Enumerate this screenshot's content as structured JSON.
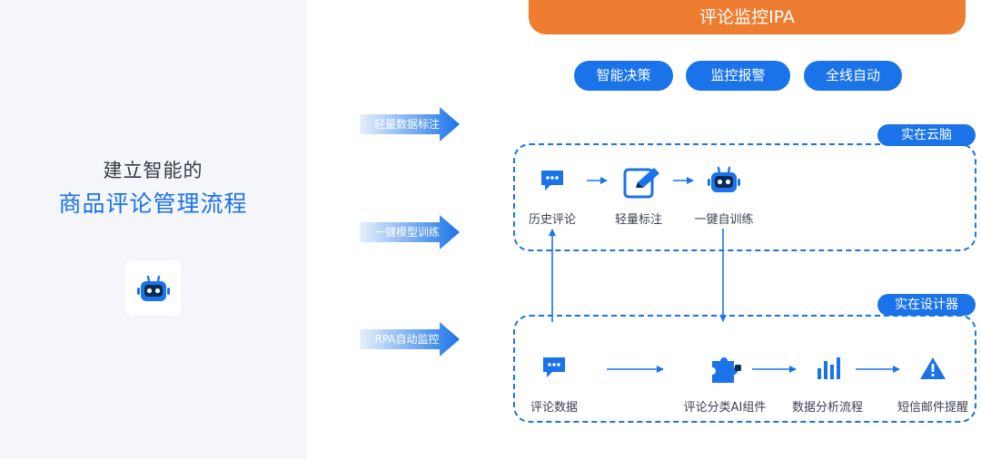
{
  "left": {
    "line1": "建立智能的",
    "line2": "商品评论管理流程",
    "robot_icon": "robot-icon"
  },
  "header": {
    "title": "评论监控IPA",
    "pills": [
      "智能决策",
      "监控报警",
      "全线自动"
    ]
  },
  "side_arrows": [
    "轻量数据标注",
    "一键模型训练",
    "RPA自动监控"
  ],
  "cloud_box": {
    "tag": "实在云脑",
    "nodes": [
      {
        "label": "历史评论",
        "icon": "chat-icon"
      },
      {
        "label": "轻量标注",
        "icon": "edit-icon"
      },
      {
        "label": "一键自训练",
        "icon": "robot-icon"
      }
    ]
  },
  "designer_box": {
    "tag": "实在设计器",
    "nodes": [
      {
        "label": "评论数据",
        "icon": "chat-icon"
      },
      {
        "label": "评论分类AI组件",
        "icon": "puzzle-icon"
      },
      {
        "label": "数据分析流程",
        "icon": "bar-chart-icon"
      },
      {
        "label": "短信邮件提醒",
        "icon": "warning-icon"
      }
    ]
  },
  "colors": {
    "primary": "#1a73e8",
    "orange": "#ef7d31",
    "arrow_light": "#e6f0fc",
    "text": "#3a4150",
    "panel": "#f4f6f9"
  }
}
